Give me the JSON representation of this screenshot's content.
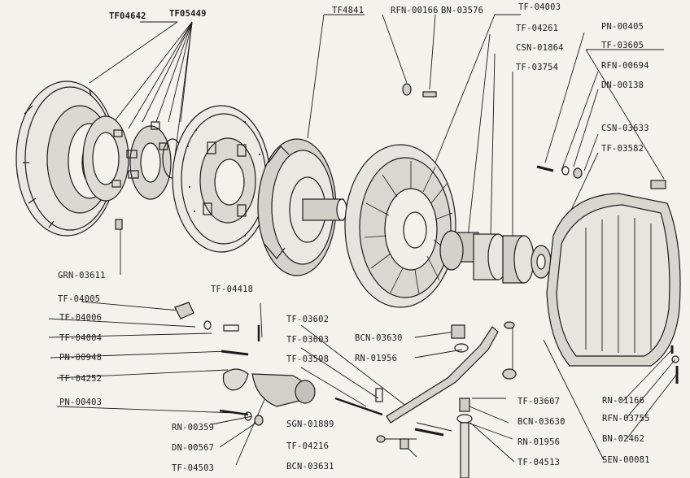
{
  "labels": {
    "tf04642": "TF04642",
    "tf05449": "TF05449",
    "tf4841": "TF4841",
    "rfn00166": "RFN-00166",
    "bn03576": "BN-03576",
    "tf04003": "TF-04003",
    "tf04261": "TF-04261",
    "csn01864": "CSN-01864",
    "tf03754": "TF-03754",
    "pn00405": "PN-00405",
    "tf03605": "TF-03605",
    "rfn00694": "RFN-00694",
    "dn00138": "DN-00138",
    "csn03633": "CSN-03633",
    "tf03582": "TF-03582",
    "grn03611": "GRN-03611",
    "tf04005": "TF-04005",
    "tf04418": "TF-04418",
    "tf04006": "TF-04006",
    "tf04004": "TF-04004",
    "tf03602": "TF-03602",
    "bcn03630a": "BCN-03630",
    "tf03603": "TF-03603",
    "rn01956a": "RN-01956",
    "pn00948": "PN-00948",
    "tf03598": "TF-03598",
    "tf04252": "TF-04252",
    "tf03607": "TF-03607",
    "pn00403": "PN-00403",
    "rn01166": "RN-01166",
    "bcn03630b": "BCN-03630",
    "rfn03755": "RFN-03755",
    "sgn01889": "SGN-01889",
    "rn00359": "RN-00359",
    "rn01956b": "RN-01956",
    "bn02462": "BN-02462",
    "dn00567": "DN-00567",
    "tf04216": "TF-04216",
    "tf04503": "TF-04503",
    "bcn03631": "BCN-03631",
    "tf04513": "TF-04513",
    "sen00081": "SEN-00081"
  }
}
